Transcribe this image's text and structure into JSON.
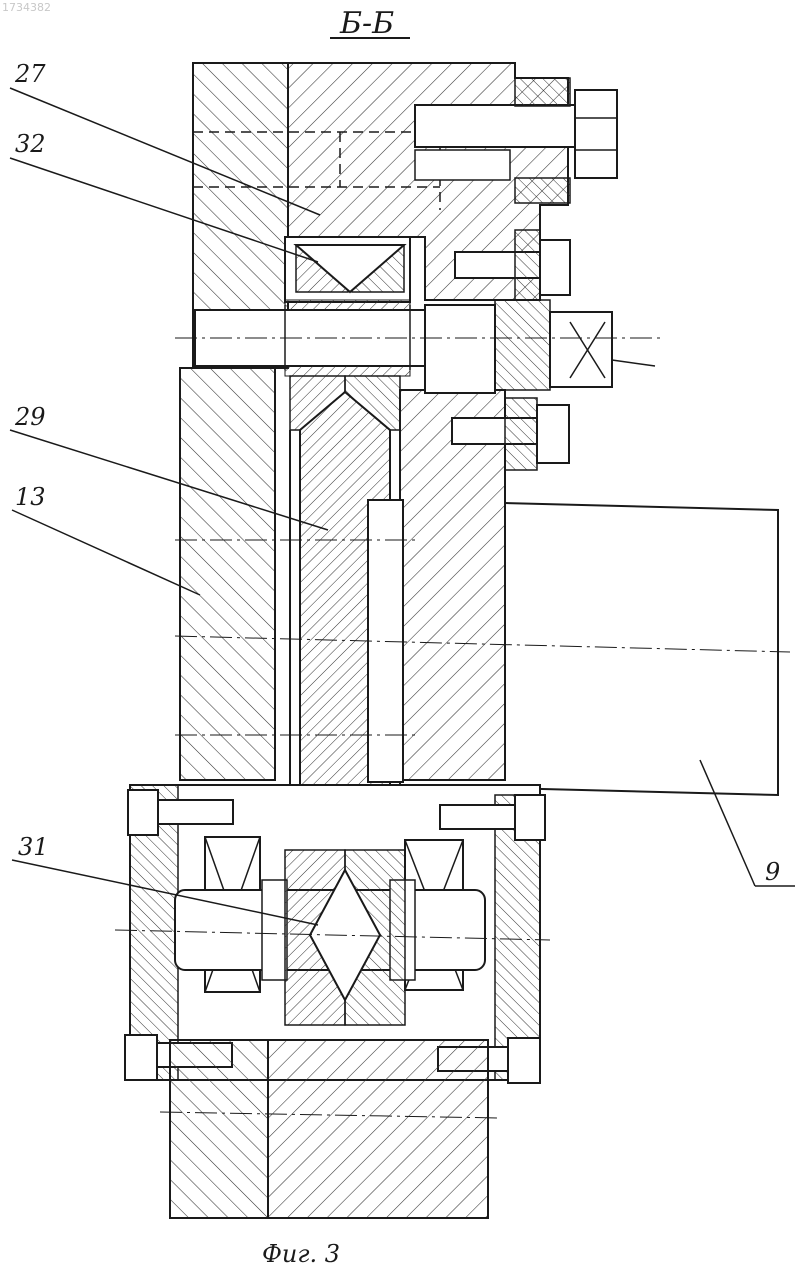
{
  "corner_stamp": "1734382",
  "section_label": "Б-Б",
  "callouts": {
    "c27": "27",
    "c32": "32",
    "c29": "29",
    "c13": "13",
    "c31": "31",
    "c9": "9"
  },
  "caption": "Фиг. 3"
}
